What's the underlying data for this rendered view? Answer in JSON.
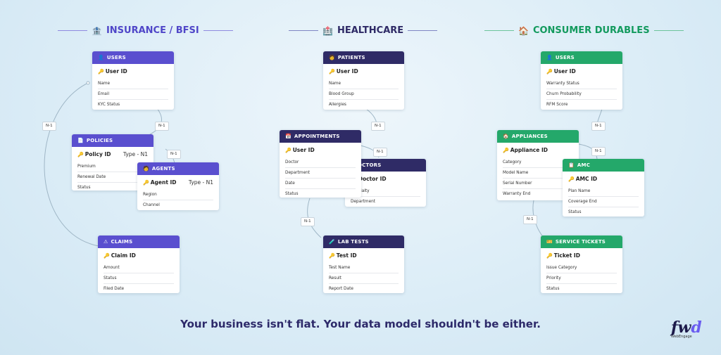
{
  "sections": {
    "insurance": {
      "icon": "🏦",
      "title": "INSURANCE / BFSI"
    },
    "healthcare": {
      "icon": "🏥",
      "title": "HEALTHCARE"
    },
    "consumer": {
      "icon": "🏠",
      "title": "CONSUMER DURABLES"
    }
  },
  "cards": {
    "ins_users": {
      "icon": "👤",
      "title": "USERS",
      "pk": "User ID",
      "pk_type": "",
      "fields": [
        "Name",
        "Email",
        "KYC Status"
      ]
    },
    "ins_policies": {
      "icon": "📄",
      "title": "POLICIES",
      "pk": "Policy ID",
      "pk_type": "Type - N1",
      "fields": [
        "Premium",
        "Renewal Date",
        "Status"
      ]
    },
    "ins_agents": {
      "icon": "🧑",
      "title": "AGENTS",
      "pk": "Agent ID",
      "pk_type": "Type - N1",
      "fields": [
        "Region",
        "Channel"
      ]
    },
    "ins_claims": {
      "icon": "⚠",
      "title": "CLAIMS",
      "pk": "Claim ID",
      "pk_type": "",
      "fields": [
        "Amount",
        "Status",
        "Filed Date"
      ]
    },
    "hc_patients": {
      "icon": "🧑",
      "title": "PATIENTS",
      "pk": "User ID",
      "pk_type": "",
      "fields": [
        "Name",
        "Blood Group",
        "Allergies"
      ]
    },
    "hc_appointments": {
      "icon": "📅",
      "title": "APPOINTMENTS",
      "pk": "User ID",
      "pk_type": "",
      "fields": [
        "Doctor",
        "Department",
        "Date",
        "Status"
      ]
    },
    "hc_doctors": {
      "icon": "",
      "title": "DOCTORS",
      "pk": "Doctor ID",
      "pk_type": "",
      "fields": [
        "Specialty",
        "Department"
      ]
    },
    "hc_labtests": {
      "icon": "🧪",
      "title": "LAB TESTS",
      "pk": "Test ID",
      "pk_type": "",
      "fields": [
        "Test Name",
        "Result",
        "Report Date"
      ]
    },
    "cd_users": {
      "icon": "👤",
      "title": "USERS",
      "pk": "User ID",
      "pk_type": "",
      "fields": [
        "Warranty Status",
        "Churn Probability",
        "RFM Score"
      ]
    },
    "cd_appliances": {
      "icon": "🏠",
      "title": "APPLIANCES",
      "pk": "Appliance ID",
      "pk_type": "",
      "fields": [
        "Category",
        "Model Name",
        "Serial Number",
        "Warranty End"
      ]
    },
    "cd_amc": {
      "icon": "📋",
      "title": "AMC",
      "pk": "AMC ID",
      "pk_type": "",
      "fields": [
        "Plan Name",
        "Coverage End",
        "Status"
      ]
    },
    "cd_tickets": {
      "icon": "🎫",
      "title": "SERVICE TICKETS",
      "pk": "Ticket ID",
      "pk_type": "",
      "fields": [
        "Issue Category",
        "Priority",
        "Status"
      ]
    }
  },
  "relation_label": "N-1",
  "tagline": "Your business isn't flat. Your data model shouldn't be either.",
  "logo": {
    "mark_f": "fw",
    "mark_d": "d",
    "sub": "WebEngage"
  },
  "colors": {
    "insurance": "#5a4fcf",
    "healthcare": "#2f2b66",
    "consumer": "#24a86a",
    "key": "#d8a21c"
  }
}
